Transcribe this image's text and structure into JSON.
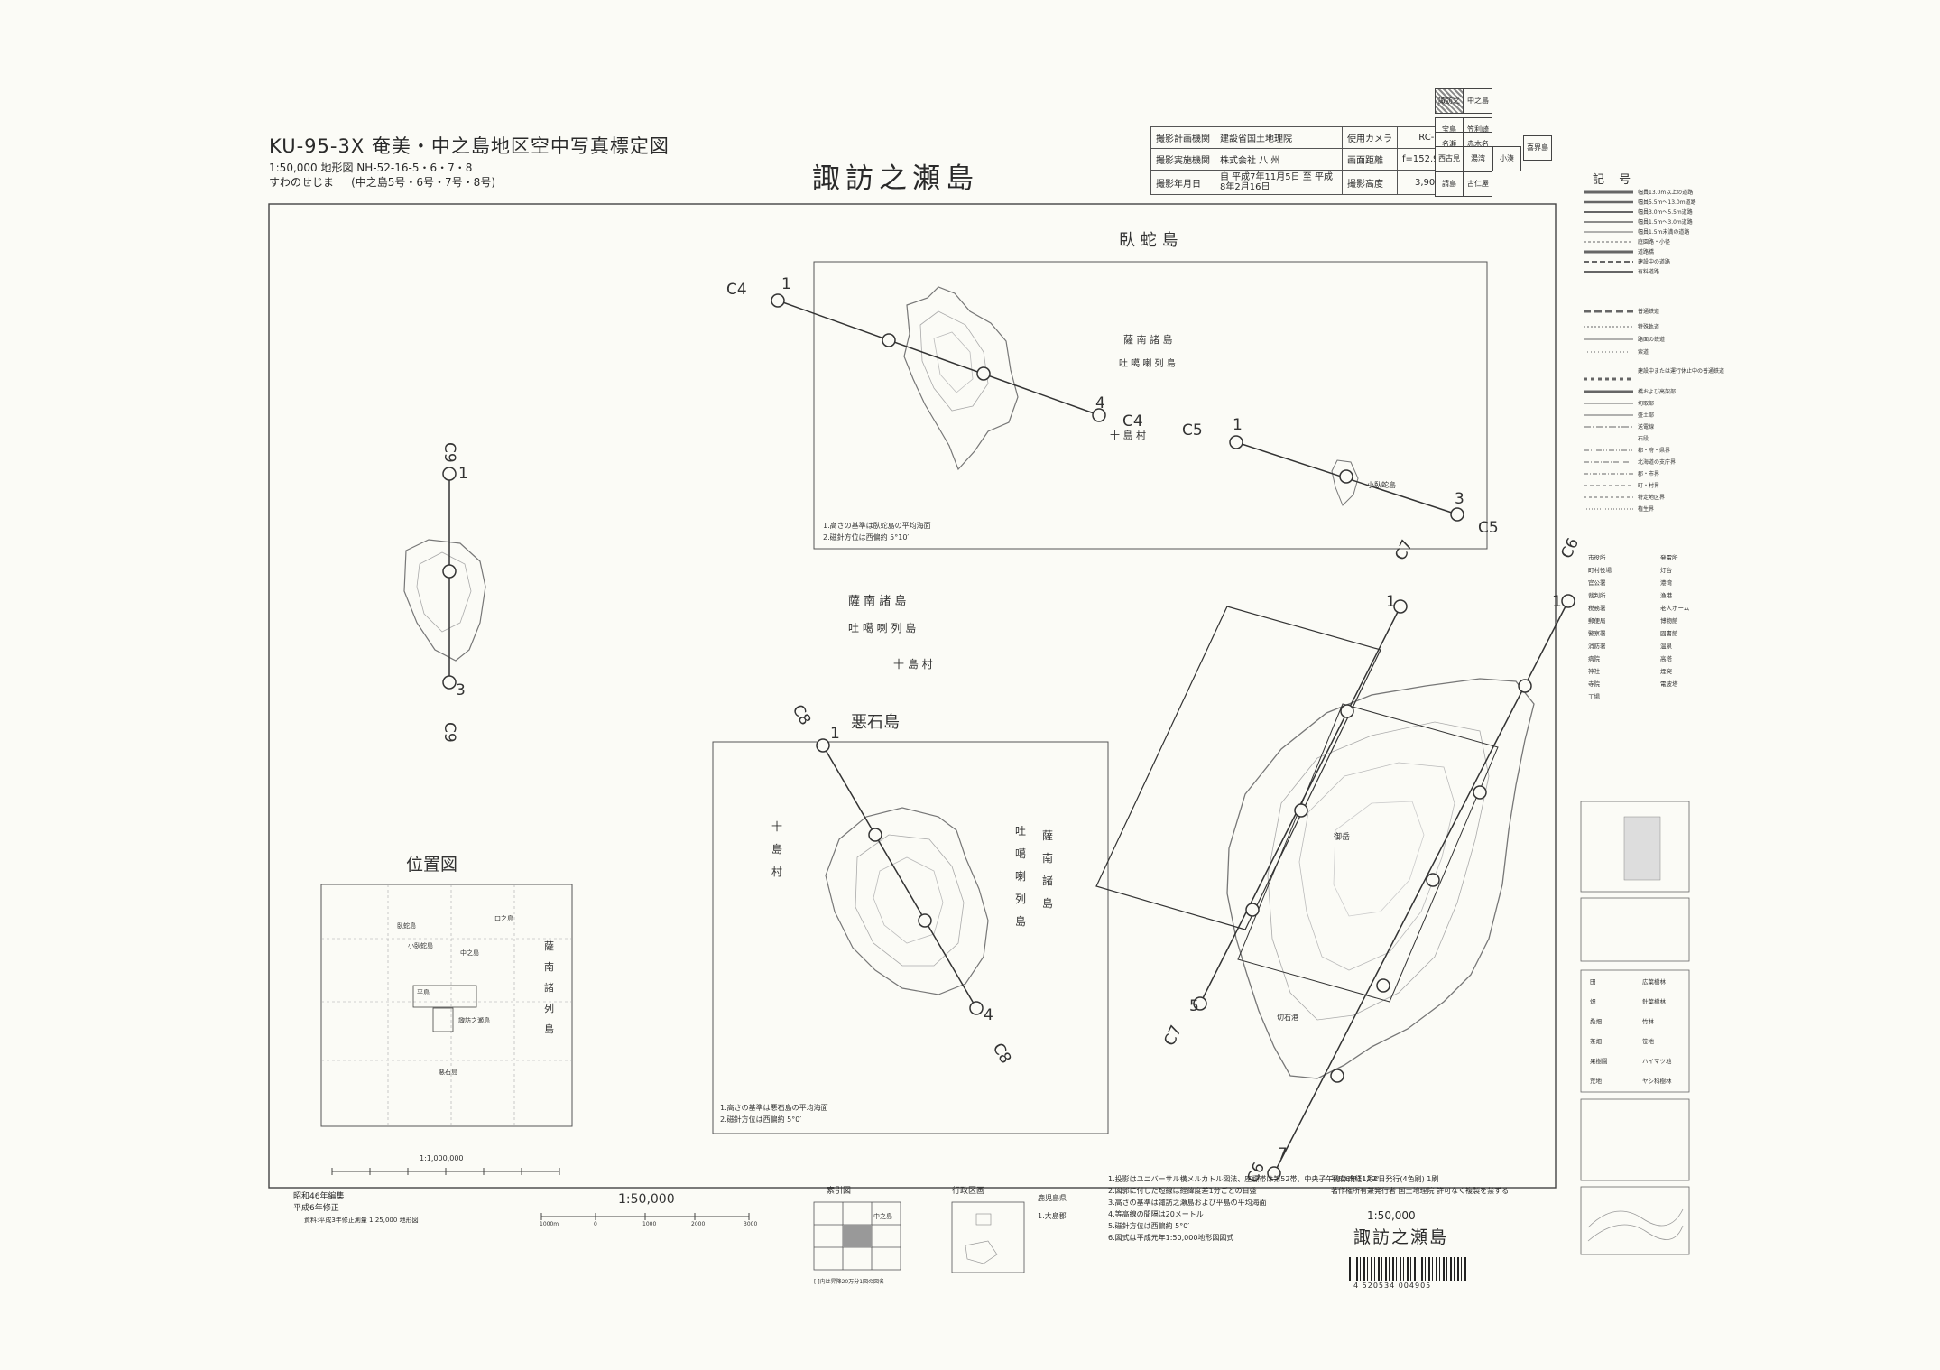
{
  "header": {
    "code_line": "KU-95-3X 奄美・中之島地区空中写真標定図",
    "scale_line": "1:50,000 地形図 NH-52-16-5・6・7・8",
    "area_reading": "すわのせじま",
    "sheet_numbers": "(中之島5号・6号・7号・8号)",
    "title": "諏訪之瀬島"
  },
  "photo_info": {
    "rows": [
      {
        "label": "撮影計画機関",
        "value": "建設省国土地理院",
        "key": "使用カメラ",
        "kval": "RC-10"
      },
      {
        "label": "撮影実施機関",
        "value": "株式会社 八 州",
        "key": "画面距離",
        "kval": "f=152.94mm"
      },
      {
        "label": "撮影年月日",
        "value": "自 平成7年11月5日 至 平成8年2月16日",
        "key": "撮影高度",
        "kval": "3,900m"
      }
    ]
  },
  "index_labels": [
    "諏訪之瀬島",
    "中之島",
    "宝島",
    "名瀬",
    "赤木名",
    "笠利崎",
    "西古見",
    "湯湾",
    "小湊",
    "喜界島",
    "請島",
    "古仁屋"
  ],
  "maps": {
    "gajajima": {
      "title": "臥 蛇 島",
      "village_1": "薩 南 諸 島",
      "village_2": "吐 噶 喇 列 島",
      "village_3": "十 島 村",
      "note_1": "1.高さの基準は臥蛇島の平均海面",
      "note_2": "2.磁針方位は西偏約 5°10′",
      "small_island": "小臥蛇島"
    },
    "akusekijima": {
      "title": "悪石島",
      "note_1": "1.高さの基準は悪石島の平均海面",
      "note_2": "2.磁針方位は西偏約 5°0′",
      "village_v": [
        "薩",
        "南",
        "諸",
        "島"
      ],
      "village_v2": [
        "吐",
        "噶",
        "喇",
        "列",
        "島"
      ],
      "village_v3": [
        "十",
        "島",
        "村"
      ]
    },
    "main": {
      "village_1": "薩 南 諸 島",
      "village_2": "吐 噶 喇 列 島",
      "village_3": "十 島 村",
      "peak": "御岳",
      "port": "切石港"
    }
  },
  "flight_lines": [
    {
      "name": "C4",
      "start": "1",
      "end": "4"
    },
    {
      "name": "C5",
      "start": "1",
      "end": "3"
    },
    {
      "name": "C6",
      "start": "1",
      "end": "7"
    },
    {
      "name": "C7",
      "start": "1",
      "end": "5"
    },
    {
      "name": "C8",
      "start": "1",
      "end": "4"
    },
    {
      "name": "C9",
      "start": "1",
      "end": "3"
    }
  ],
  "location_map": {
    "title": "位置図",
    "scale": "1:1,000,000",
    "places": [
      "臥蛇島",
      "小臥蛇島",
      "中之島",
      "平島",
      "口之島",
      "諏訪之瀬島",
      "悪石島"
    ],
    "village_v": [
      "薩",
      "南",
      "諸",
      "列",
      "島"
    ]
  },
  "bottom_left": {
    "line_1": "昭和46年編集",
    "line_2": "平成6年修正",
    "line_3": "資料:平成3年修正測量 1:25,000 地形図"
  },
  "bottom_center": {
    "scale": "1:50,000",
    "scalebar_ticks": [
      "1000m",
      "0",
      "1000",
      "2000",
      "3000"
    ],
    "index_title": "索引図",
    "index_cell": "中之島",
    "index_note": "[ ]内は昇降20万分1図の図名",
    "admin_title": "行政区画",
    "admin_1": "鹿児島県",
    "admin_2": "1.大島郡"
  },
  "notes": [
    "1.投影はユニバーサル横メルカトル図法、座標帯は第52帯、中央子午線は東経129°",
    "2.図郭に付した短線は経緯度差1分ごとの目盛",
    "3.高さの基準は諏訪之瀬島および平島の平均海面",
    "4.等高線の間隔は20メートル",
    "5.磁針方位は西偏約 5°0′",
    "6.図式は平成元年1:50,000地形図図式"
  ],
  "publisher": {
    "line": "平成6年11月1日発行(4色刷) 1刷",
    "issuer": "著作権所有兼発行者 国土地理院 許可なく複製を禁ずる",
    "scale": "1:50,000",
    "name": "諏訪之瀬島",
    "barcode_number": "4 520534 004905"
  },
  "legend": {
    "title": "記 号",
    "items": [
      "幅員13.0m以上の道路",
      "幅員5.5m〜13.0m道路",
      "幅員3.0m〜5.5m道路",
      "幅員1.5m〜3.0m道路",
      "幅員1.5m未満の道路",
      "庭園路・小径",
      "道路橋",
      "建設中の道路",
      "有料道路",
      "普通鉄道",
      "特殊軌道",
      "路面の鉄道",
      "索道",
      "建設中または運行休止中の普通鉄道",
      "橋および高架部",
      "切取部",
      "盛土部",
      "送電線",
      "石段",
      "都・府・県界",
      "北海道の支庁界",
      "郡・市界",
      "町・村界",
      "特定地区界",
      "植生界"
    ],
    "buildings": [
      "市役所",
      "町村役場",
      "官公署",
      "裁判所",
      "税務署",
      "郵便局",
      "警察署",
      "消防署",
      "病院",
      "神社",
      "寺院",
      "工場",
      "発電所",
      "灯台",
      "港湾",
      "漁港",
      "老人ホーム",
      "博物館",
      "図書館",
      "温泉",
      "高塔",
      "煙突",
      "電波塔"
    ],
    "land_use": [
      "田",
      "畑",
      "桑畑",
      "茶畑",
      "果樹園",
      "荒地",
      "広葉樹林",
      "針葉樹林",
      "竹林",
      "笹地",
      "ハイマツ地",
      "ヤシ科樹林"
    ]
  }
}
